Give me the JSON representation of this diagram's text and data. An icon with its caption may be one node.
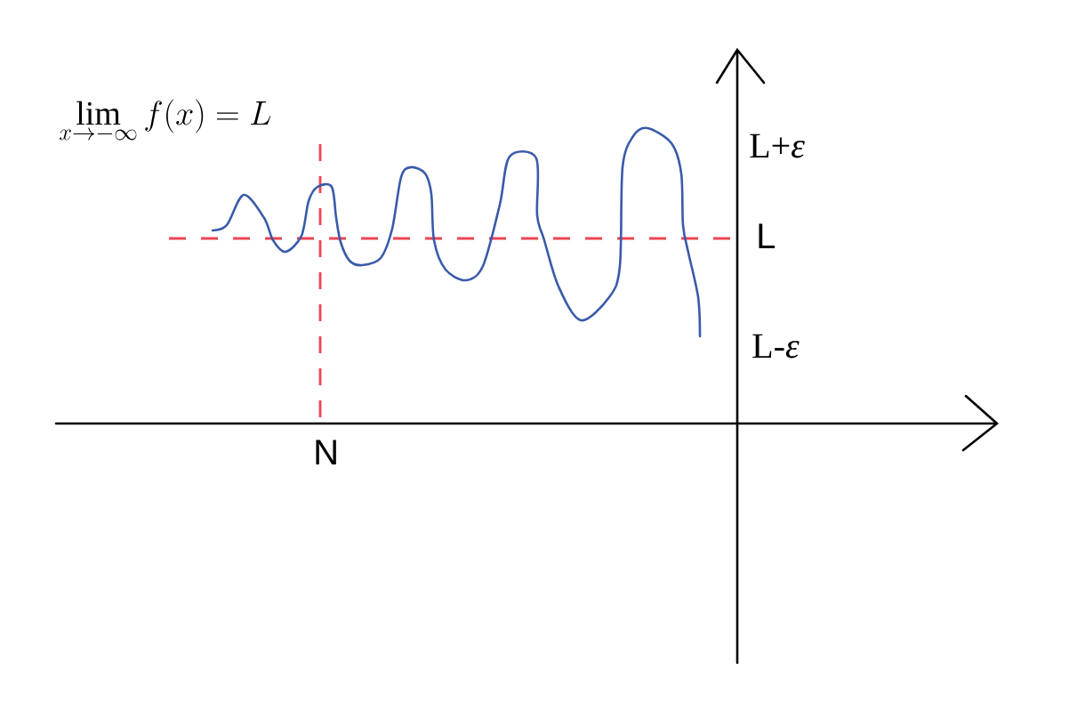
{
  "diagram": {
    "labels": [
      "\\lim_{x\\to -\\infty} f(x)=L",
      "L+*ε*",
      "L",
      "L-*ε*",
      "N"
    ]
  }
}
